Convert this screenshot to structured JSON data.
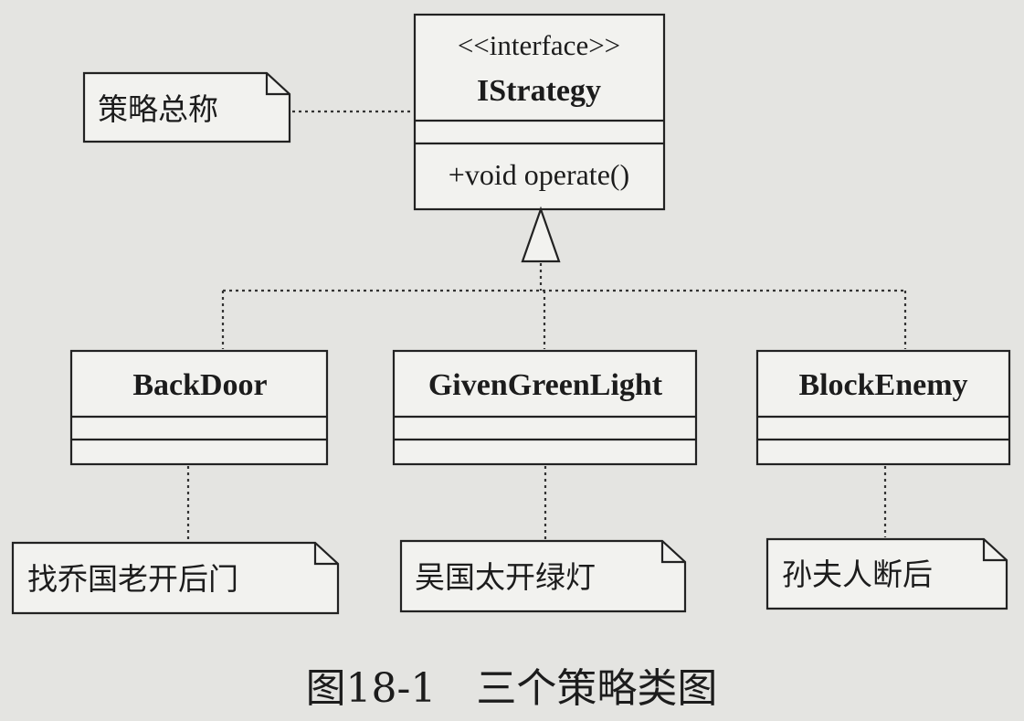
{
  "interface": {
    "stereotype": "<<interface>>",
    "name": "IStrategy",
    "operation": "+void operate()"
  },
  "interface_note": "策略总称",
  "classes": [
    {
      "name": "BackDoor",
      "note": "找乔国老开后门"
    },
    {
      "name": "GivenGreenLight",
      "note": "吴国太开绿灯"
    },
    {
      "name": "BlockEnemy",
      "note": "孙夫人断后"
    }
  ],
  "caption": "图18-1　三个策略类图"
}
